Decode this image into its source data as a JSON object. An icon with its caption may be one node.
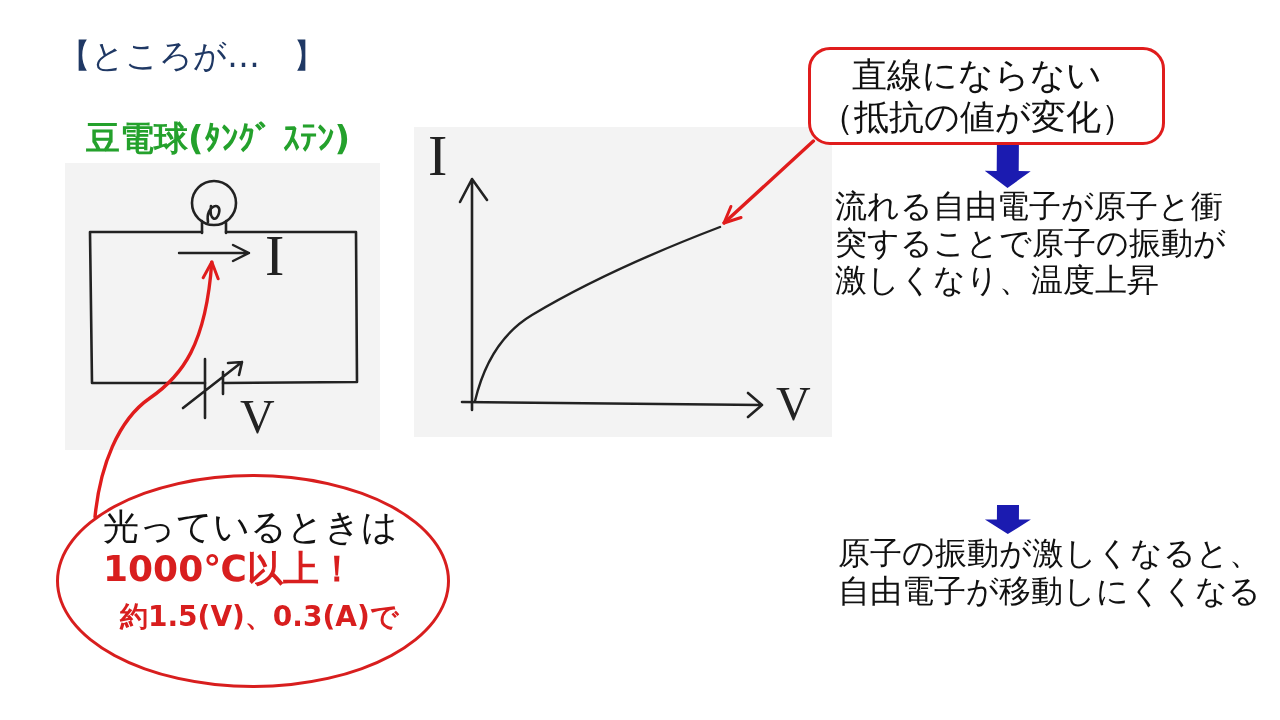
{
  "diagram": {
    "title": "【ところが…　】",
    "nodes": [
      {
        "text": [
          "直線にならない（抵抗の値が変化）"
        ]
      },
      {
        "text": [
          "流れる自由電子が原子と衝突することで原子の振動が激しくなり、温度上昇"
        ]
      },
      {
        "text": [],
        "shape": "arrow"
      },
      {
        "text": [],
        "shape": "curve"
      },
      {
        "text": [
          "光っているときは",
          "1000℃以上！",
          "約1.5(V)、0.3(A)で"
        ]
      },
      {
        "text": [
          "原子の振動が激しくなると、自由電子が移動しにくくなる"
        ]
      }
    ],
    "edges": [
      {
        "from": 0,
        "to": 3,
        "arrow": "to",
        "color": "#e01c1c"
      },
      {
        "from": 0,
        "to": 1,
        "arrow": "to",
        "style": "thick",
        "color": "#1b1bb0"
      },
      {
        "from": null,
        "to": 5,
        "arrow": "to",
        "style": "thick",
        "color": "#1b1bb0"
      },
      {
        "from": 4,
        "to": 2,
        "arrow": "to",
        "color": "#e01c1c"
      }
    ],
    "labels": [
      "豆電球(ﾀﾝｸﾞ ｽﾃﾝ)",
      "I",
      "I",
      "V",
      "V"
    ]
  }
}
